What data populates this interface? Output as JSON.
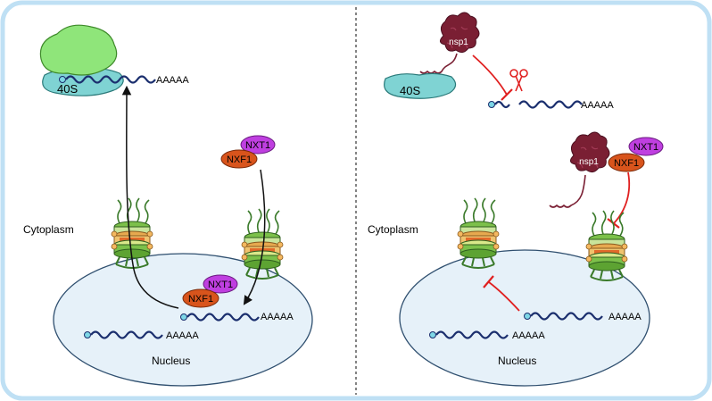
{
  "colors": {
    "frame": "#bfe0f4",
    "nucleus_fill": "#e6f1f9",
    "nucleus_stroke": "#2f4f6f",
    "mrna": "#1b2f6e",
    "cap": "#7ed7e6",
    "ribosome_40s": "#7fd3d3",
    "ribosome_60s": "#8fe57a",
    "nxt1": "#bf3fe0",
    "nxf1": "#d8541c",
    "nsp1": "#7a1f33",
    "inhibition": "#e02020",
    "arrow": "#111111"
  },
  "left_panel": {
    "ribosome_label": "40S",
    "poly_a_top": "AAAAA",
    "nxt1_free": "NXT1",
    "nxf1_free": "NXF1",
    "compartment_cytoplasm": "Cytoplasm",
    "nxt1_bound": "NXT1",
    "nxf1_bound": "NXF1",
    "poly_a_bound": "AAAAA",
    "poly_a_free": "AAAAA",
    "compartment_nucleus": "Nucleus"
  },
  "right_panel": {
    "nsp1_top": "nsp1",
    "ribosome_label": "40S",
    "poly_a_top": "AAAAA",
    "nsp1_mid": "nsp1",
    "nxt1": "NXT1",
    "nxf1": "NXF1",
    "compartment_cytoplasm": "Cytoplasm",
    "poly_a_mid": "AAAAA",
    "poly_a_low": "AAAAA",
    "compartment_nucleus": "Nucleus"
  },
  "icons": [
    "scissors-icon",
    "nuclear-pore-icon",
    "ribosome-icon",
    "nsp1-protein-icon"
  ]
}
